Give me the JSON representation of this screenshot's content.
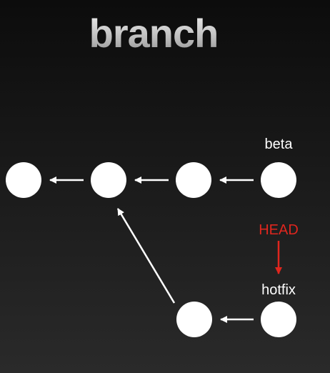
{
  "title": "branch",
  "labels": {
    "beta": "beta",
    "head": "HEAD",
    "hotfix": "hotfix"
  },
  "colors": {
    "node": "#ffffff",
    "arrow": "#ffffff",
    "head": "#e0261e"
  }
}
